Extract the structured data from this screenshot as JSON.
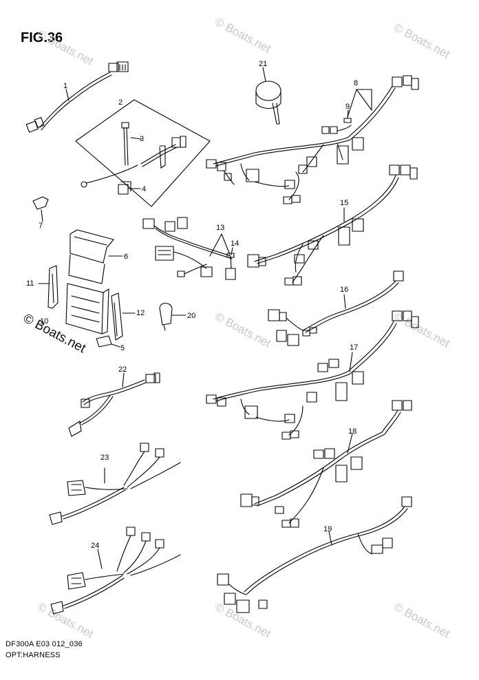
{
  "figure": {
    "title": "FIG.36",
    "code": "DF300A E03 012_036",
    "caption": "OPT:HARNESS"
  },
  "watermark": {
    "text": "© Boats.net"
  },
  "callouts": [
    "1",
    "2",
    "3",
    "4",
    "5",
    "6",
    "7",
    "8",
    "9",
    "10",
    "11",
    "12",
    "13",
    "14",
    "15",
    "16",
    "17",
    "18",
    "19",
    "20",
    "21",
    "22",
    "23",
    "24"
  ]
}
